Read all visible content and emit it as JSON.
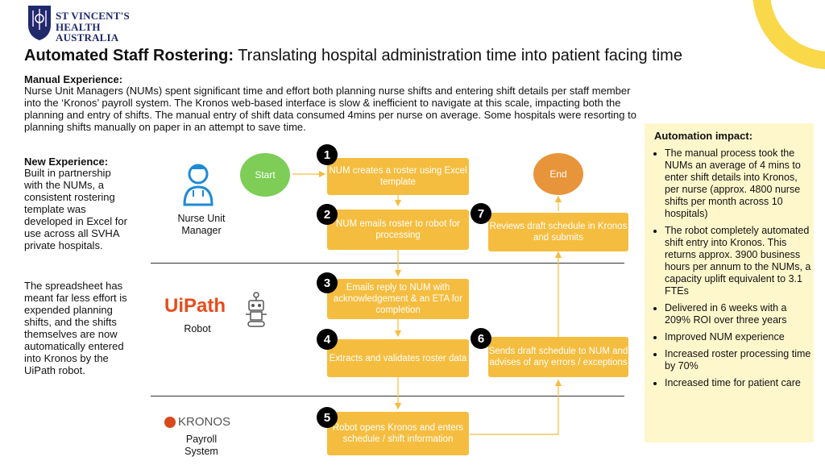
{
  "logo": {
    "line1": "ST VINCENT'S",
    "line2": "HEALTH AUSTRALIA"
  },
  "title": {
    "bold": "Automated Staff Rostering:",
    "rest": " Translating hospital administration time into patient facing time"
  },
  "manual": {
    "heading": "Manual Experience:",
    "body": "Nurse Unit Managers (NUMs) spent significant time and effort both planning nurse shifts and entering shift details per staff member into the ‘Kronos’ payroll system. The Kronos web-based interface is slow & inefficient to navigate at this scale, impacting both the planning and entry of shifts. The manual entry of shift data consumed 4mins per nurse on average.  Some hospitals were resorting to planning shifts manually on paper in an attempt to save time."
  },
  "new_experience": {
    "heading": "New Experience:",
    "para1": "Built in partnership with the NUMs, a consistent rostering template was developed in Excel for use across all SVHA private hospitals.",
    "para2": "The spreadsheet has meant far less effort is expended planning shifts, and the shifts themselves are now automatically entered into Kronos by the UiPath robot."
  },
  "lanes": {
    "nurse": "Nurse Unit Manager",
    "robot_logo": "UiPath",
    "robot": "Robot",
    "kronos_logo": "KRONOS",
    "payroll": "Payroll System"
  },
  "flow": {
    "start": "Start",
    "end": "End",
    "steps": [
      {
        "n": "1",
        "text": "NUM creates a roster using Excel template"
      },
      {
        "n": "2",
        "text": "NUM emails roster to robot for processing"
      },
      {
        "n": "3",
        "text": "Emails reply to NUM with acknowledgement & an ETA for completion"
      },
      {
        "n": "4",
        "text": "Extracts and validates roster data"
      },
      {
        "n": "5",
        "text": "Robot opens Kronos and enters schedule / shift information"
      },
      {
        "n": "6",
        "text": "Sends draft schedule to NUM and advises of any errors / exceptions"
      },
      {
        "n": "7",
        "text": "Reviews draft schedule in Kronos and submits"
      }
    ]
  },
  "impact": {
    "heading": "Automation impact:",
    "items": [
      "The manual process took the NUMs an average of 4 mins to enter shift details into Kronos, per nurse (approx. 4800 nurse shifts per month across 10 hospitals)",
      "The robot completely automated shift entry into Kronos. This returns approx. 3900 business hours per annum to the NUMs, a capacity uplift equivalent to 3.1 FTEs",
      "Delivered in 6 weeks with a 209% ROI over three years",
      "Improved NUM experience",
      "Increased roster processing time by 70%",
      "Increased time for patient care"
    ]
  },
  "colors": {
    "box": "#f5bd3f",
    "start": "#7dcd56",
    "end": "#e8943a",
    "impact_bg": "#fff7cc",
    "accent_ring": "#f7d23a"
  }
}
